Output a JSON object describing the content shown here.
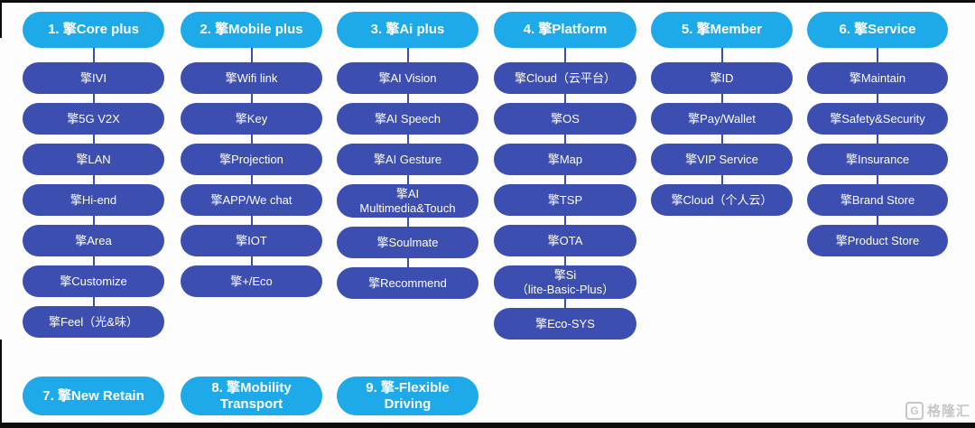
{
  "colors": {
    "header_bg": "#1ea9e8",
    "node_bg": "#3c4eb0",
    "text": "#ffffff",
    "watermark": "#c6c6c6",
    "frame": "#0d0d0d"
  },
  "columns": [
    {
      "header": "1. 擎Core plus",
      "items": [
        "擎IVI",
        "擎5G V2X",
        "擎LAN",
        "擎Hi-end",
        "擎Area",
        "擎Customize",
        "擎Feel（光&味）"
      ]
    },
    {
      "header": "2. 擎Mobile plus",
      "items": [
        "擎Wifi link",
        "擎Key",
        "擎Projection",
        "擎APP/We chat",
        "擎IOT",
        "擎+/Eco"
      ]
    },
    {
      "header": "3. 擎Ai plus",
      "items": [
        "擎AI Vision",
        "擎AI Speech",
        "擎AI Gesture",
        "擎AI\nMultimedia&Touch",
        "擎Soulmate",
        "擎Recommend"
      ]
    },
    {
      "header": "4. 擎Platform",
      "items": [
        "擎Cloud（云平台）",
        "擎OS",
        "擎Map",
        "擎TSP",
        "擎OTA",
        "擎Si\n（lite-Basic-Plus）",
        "擎Eco-SYS"
      ]
    },
    {
      "header": "5. 擎Member",
      "items": [
        "擎ID",
        "擎Pay/Wallet",
        "擎VIP Service",
        "擎Cloud（个人云）"
      ]
    },
    {
      "header": "6. 擎Service",
      "items": [
        "擎Maintain",
        "擎Safety&Security",
        "擎Insurance",
        "擎Brand Store",
        "擎Product Store"
      ]
    }
  ],
  "standalone_headers": [
    "7. 擎New Retain",
    "8. 擎Mobility\nTransport",
    "9. 擎-Flexible\nDriving"
  ],
  "watermark": {
    "logo_letter": "G",
    "text": "格隆汇"
  }
}
